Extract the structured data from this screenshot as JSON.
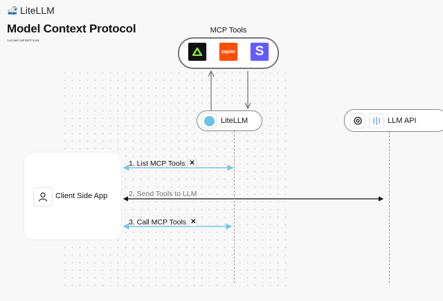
{
  "header": {
    "brand": "LiteLLM",
    "title": "Model Context Protocol",
    "subtitle": "List and call MCP tools"
  },
  "mcp_tools": {
    "label": "MCP Tools",
    "tools": [
      {
        "name": "zapier",
        "text": "zapier"
      },
      {
        "name": "stripe",
        "text": "S"
      }
    ]
  },
  "nodes": {
    "litellm": "LiteLLM",
    "llm_api": "LLM API",
    "client": "Client Side App"
  },
  "steps": [
    "1. List MCP Tools",
    "2. Send Tools to LLM",
    "3. Call MCP Tools"
  ],
  "colors": {
    "tool_arrow": "#7cc4e4",
    "llm_arrow": "#111111",
    "zapier": "#ff4f00",
    "stripe": "#635bff"
  }
}
